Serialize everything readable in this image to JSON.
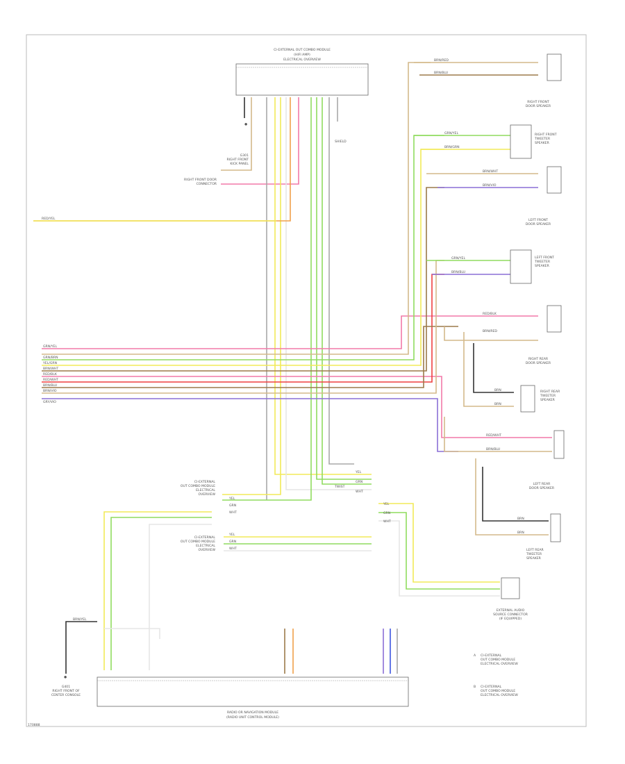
{
  "diagram": {
    "footer_code": "170888",
    "colors": {
      "yellow": "#f2ea58",
      "green": "#8fdc5e",
      "pink": "#f279a8",
      "red": "#ef3f3f",
      "orange": "#f0a04a",
      "brown": "#9b7a4a",
      "tan": "#d4b98a",
      "violet": "#8a6fd6",
      "blue": "#3d55e0",
      "gray": "#a9a9a9",
      "black": "#333333",
      "white": "#e6e6e6"
    },
    "components": {
      "top_module": [
        "CI-EXTERNAL OUT COMBO MODULE",
        "(HIFI AMP)",
        "ELECTRICAL OVERVIEW"
      ],
      "bottom_module": [
        "RADIO OR NAVIGATION MODULE",
        "(RADIO UNIT CONTROL MODULE)"
      ],
      "gateway_a": [
        "CI-EXTERNAL",
        "OUT COMBO MODULE",
        "ELECTRICAL",
        "OVERVIEW"
      ],
      "gateway_b": [
        "CI-EXTERNAL",
        "OUT COMBO MODULE",
        "ELECTRICAL",
        "OVERVIEW"
      ],
      "right_front_speaker": [
        "RIGHT FRONT",
        "DOOR SPEAKER"
      ],
      "right_front_tweeter": [
        "RIGHT FRONT",
        "TWEETER",
        "SPEAKER"
      ],
      "left_front_speaker": [
        "LEFT FRONT",
        "DOOR SPEAKER"
      ],
      "left_front_tweeter": [
        "LEFT FRONT",
        "TWEETER",
        "SPEAKER"
      ],
      "right_rear_speaker": [
        "RIGHT REAR",
        "DOOR SPEAKER"
      ],
      "right_rear_tweeter": [
        "RIGHT REAR",
        "TWEETER",
        "SPEAKER"
      ],
      "left_rear_speaker": [
        "LEFT REAR",
        "DOOR SPEAKER"
      ],
      "left_rear_tweeter": [
        "LEFT REAR",
        "TWEETER",
        "SPEAKER"
      ],
      "external_audio": [
        "EXTERNAL AUDIO",
        "SOURCE CONNECTOR",
        "(IF EQUIPPED)"
      ],
      "ground_top": [
        "G301",
        "RIGHT FRONT",
        "KICK PANEL"
      ],
      "ground_left": [
        "G401",
        "RIGHT FRONT OF",
        "CENTER CONSOLE"
      ],
      "splice_top": [
        "RIGHT FRONT DOOR",
        "CONNECTOR"
      ],
      "shield_label": "SHIELD"
    },
    "wire_labels": {
      "top_feed": "RED/YEL",
      "bus_wires": [
        "GRN/YEL",
        "GRN/BRN",
        "YEL/GRN",
        "BRN/WHT",
        "RED/BLK",
        "RED/WHT",
        "BRN/BLU",
        "BRN/VIO",
        "GRY/VIO"
      ],
      "rf_speaker": [
        "BRN/RED",
        "BRN/BLU"
      ],
      "rf_tweeter": [
        "GRN/YEL",
        "BRN/GRN"
      ],
      "lf_speaker": [
        "BRN/WHT",
        "BRN/VIO"
      ],
      "lf_tweeter": [
        "GRN/YEL",
        "BRN/BLU"
      ],
      "rr_speaker": [
        "RED/BLK",
        "BRN/RED"
      ],
      "rr_tweeter": [
        "BRN",
        "BRN"
      ],
      "lr_speaker": [
        "RED/WHT",
        "BRN/BLU"
      ],
      "lr_tweeter": [
        "BRN",
        "BRN"
      ],
      "gateway_a": [
        "YEL",
        "GRN",
        "WHT"
      ],
      "gateway_b": [
        "YEL",
        "GRN",
        "WHT"
      ],
      "center_bus": [
        "YEL",
        "GRN",
        "WHT"
      ],
      "external": [
        "YEL",
        "GRN",
        "WHT"
      ],
      "shield": "TWIST",
      "ground_left": "BRN/YEL"
    },
    "legend": {
      "a": [
        "CI-EXTERNAL",
        "OUT COMBO MODULE",
        "ELECTRICAL OVERVIEW"
      ],
      "b": [
        "CI-EXTERNAL",
        "OUT COMBO MODULE",
        "ELECTRICAL OVERVIEW"
      ],
      "a_mark": "A",
      "b_mark": "B"
    }
  }
}
